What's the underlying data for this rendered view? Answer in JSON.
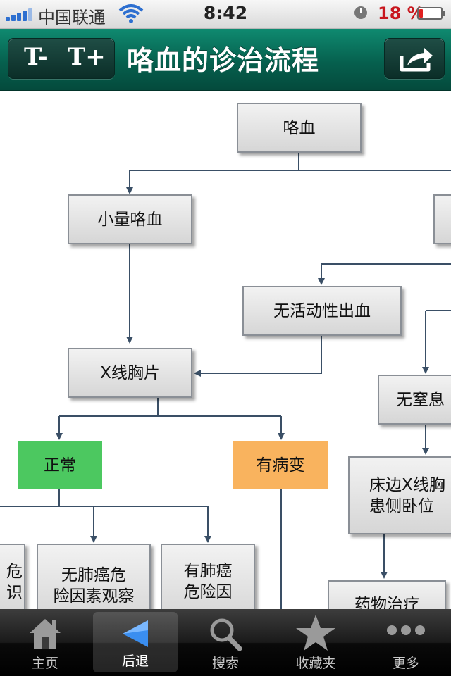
{
  "status_bar": {
    "carrier": "中国联通",
    "time": "8:42",
    "battery_percent": "18 %",
    "battery_level": 0.18
  },
  "nav": {
    "font_decrease_label": "T-",
    "font_increase_label": "T+",
    "title": "咯血的诊治流程",
    "share_icon": "share-icon"
  },
  "flowchart": {
    "nodes": {
      "hemoptysis": "咯血",
      "small_hemoptysis": "小量咯血",
      "no_active_bleeding": "无活动性出血",
      "chest_xray": "X线胸片",
      "normal": "正常",
      "lesion": "有病变",
      "no_suffocation": "无窒息",
      "bedside_xray": "床边X线胸\n患侧卧位",
      "drug_treatment": "药物治疗",
      "no_lung_cancer_risk": "无肺癌危\n险因素观察",
      "has_lung_cancer_risk": "有肺癌\n危险因",
      "left_clipped": "危\n识"
    },
    "colors": {
      "normal_fill": "#4cc860",
      "lesion_fill": "#f9b35e",
      "connector": "#3a4f66"
    }
  },
  "tab_bar": {
    "tabs": [
      {
        "label": "主页",
        "icon": "home-icon"
      },
      {
        "label": "后退",
        "icon": "back-arrow-icon",
        "active": true
      },
      {
        "label": "搜索",
        "icon": "search-icon"
      },
      {
        "label": "收藏夹",
        "icon": "star-icon"
      },
      {
        "label": "更多",
        "icon": "more-icon"
      }
    ]
  }
}
